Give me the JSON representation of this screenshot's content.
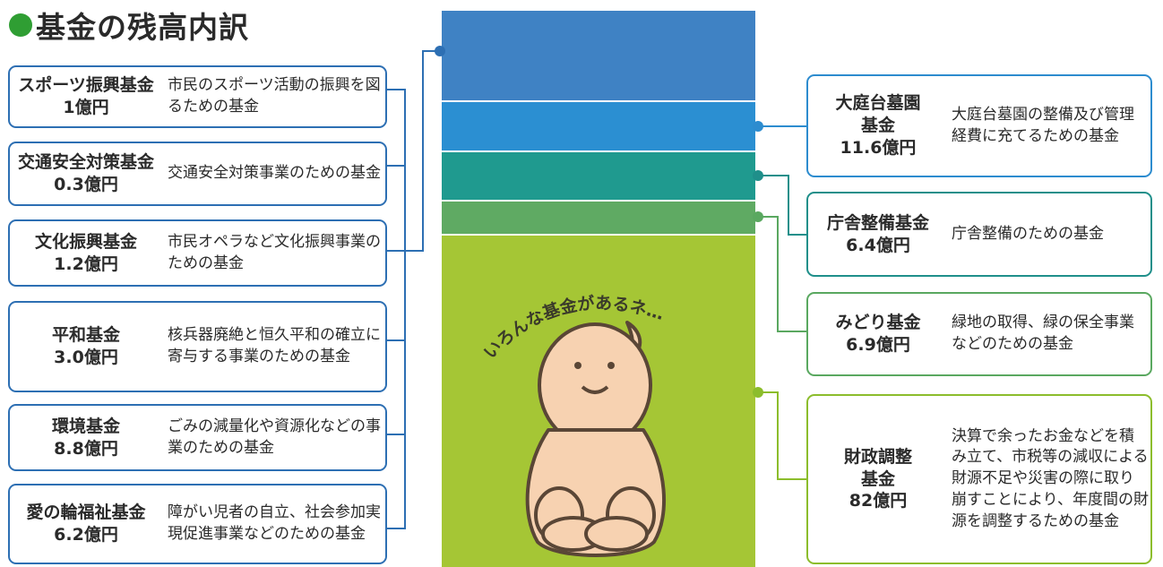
{
  "title": "基金の残高内訳",
  "colors": {
    "title_dot": "#2f9e33",
    "bar_blue": "#3f82c4",
    "bar_blue2": "#2b8fd2",
    "bar_teal": "#1f9a8f",
    "bar_green": "#5faa63",
    "bar_lime": "#a5c635",
    "line_left": "#2d6fb3"
  },
  "left_funds": [
    {
      "name": "スポーツ振興基金",
      "amount": "1億円",
      "desc": "市民のスポーツ活動の振興を図るための基金"
    },
    {
      "name": "交通安全対策基金",
      "amount": "0.3億円",
      "desc": "交通安全対策事業のための基金"
    },
    {
      "name": "文化振興基金",
      "amount": "1.2億円",
      "desc": "市民オペラなど文化振興事業のための基金"
    },
    {
      "name": "平和基金",
      "amount": "3.0億円",
      "desc": "核兵器廃絶と恒久平和の確立に寄与する事業のための基金"
    },
    {
      "name": "環境基金",
      "amount": "8.8億円",
      "desc": "ごみの減量化や資源化などの事業のための基金"
    },
    {
      "name": "愛の輪福祉基金",
      "amount": "6.2億円",
      "desc": "障がい児者の自立、社会参加実現促進事業などのための基金"
    }
  ],
  "right_funds": [
    {
      "name_line1": "大庭台墓園",
      "name_line2": "基金",
      "amount": "11.6億円",
      "desc": "大庭台墓園の整備及び管理経費に充てるための基金"
    },
    {
      "name_line1": "庁舎整備基金",
      "name_line2": "",
      "amount": "6.4億円",
      "desc": "庁舎整備のための基金"
    },
    {
      "name_line1": "みどり基金",
      "name_line2": "",
      "amount": "6.9億円",
      "desc": "緑地の取得、緑の保全事業などのための基金"
    },
    {
      "name_line1": "財政調整",
      "name_line2": "基金",
      "amount": "82億円",
      "desc": "決算で余ったお金などを積み立て、市税等の減収による財源不足や災害の際に取り崩すことにより、年度間の財源を調整するための基金"
    }
  ],
  "mascot": {
    "speech": "いろんな基金があるネ…"
  }
}
